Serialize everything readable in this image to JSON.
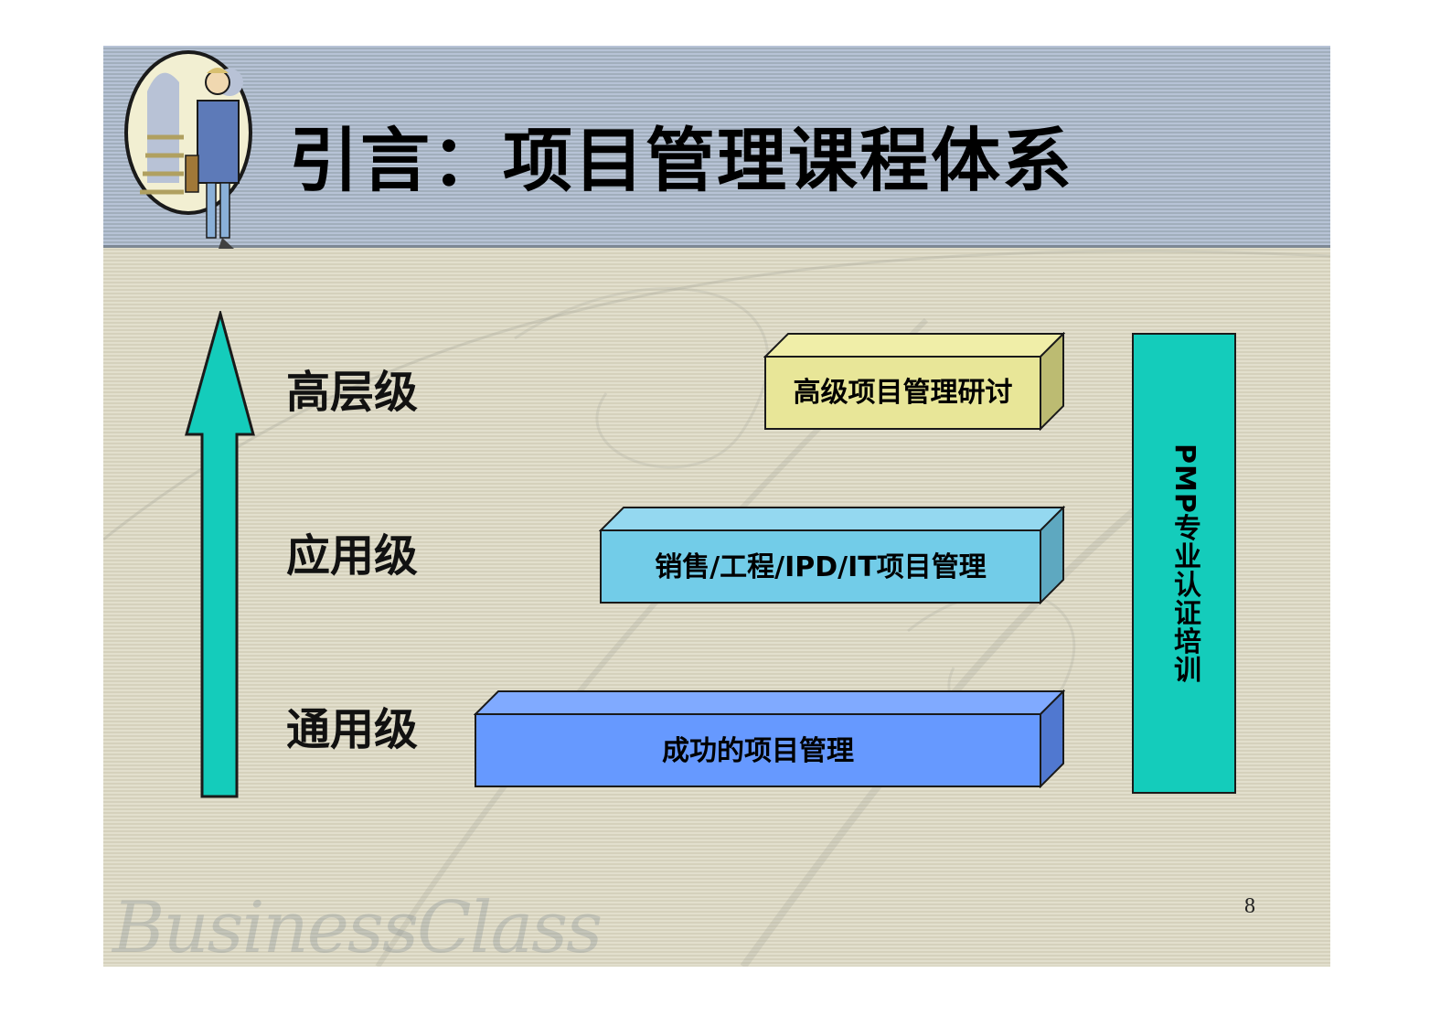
{
  "slide": {
    "title": "引言：项目管理课程体系",
    "page_number": "8",
    "brand_watermark": "BusinessClass"
  },
  "levels": [
    {
      "label": "高层级"
    },
    {
      "label": "应用级"
    },
    {
      "label": "通用级"
    }
  ],
  "courses": [
    {
      "label": "高级项目管理研讨",
      "color_front": "#e8e698",
      "color_top": "#f0eea8",
      "color_side": "#bcbb72"
    },
    {
      "label": "销售/工程/IPD/IT项目管理",
      "color_front": "#72cce8",
      "color_top": "#94d8f0",
      "color_side": "#5ea8c0"
    },
    {
      "label": "成功的项目管理",
      "color_front": "#6699ff",
      "color_top": "#80aaff",
      "color_side": "#5078d0"
    }
  ],
  "certification": {
    "label": "PMP专业认证培训",
    "color": "#14ccbb"
  },
  "arrow": {
    "direction": "up",
    "color": "#14ccbb"
  }
}
